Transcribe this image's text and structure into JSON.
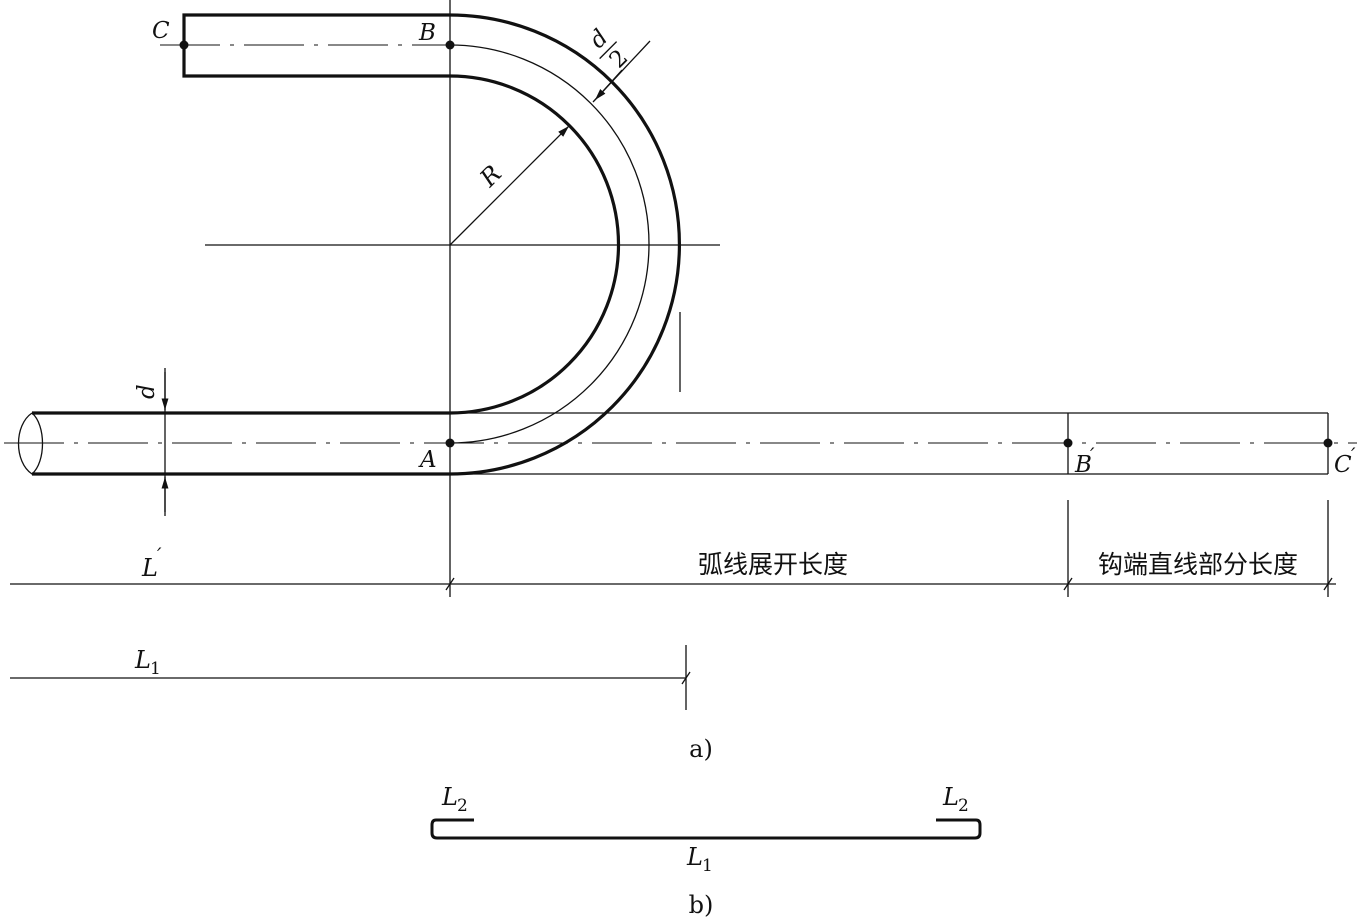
{
  "diagram": {
    "points": {
      "A": "A",
      "B": "B",
      "C": "C",
      "B_prime": "B",
      "C_prime": "C",
      "prime_mark": "′"
    },
    "dims": {
      "d": "d",
      "d_half_num": "d",
      "d_half_den": "2",
      "R": "R",
      "L_prime": "L",
      "prime_mark": "′",
      "L1": "L",
      "L1_sub": "1",
      "L2": "L",
      "L2_sub": "2"
    },
    "text": {
      "arc_length": "弧线展开长度",
      "hook_straight_length": "钩端直线部分长度"
    },
    "captions": {
      "a": "a)",
      "b": "b)"
    }
  }
}
